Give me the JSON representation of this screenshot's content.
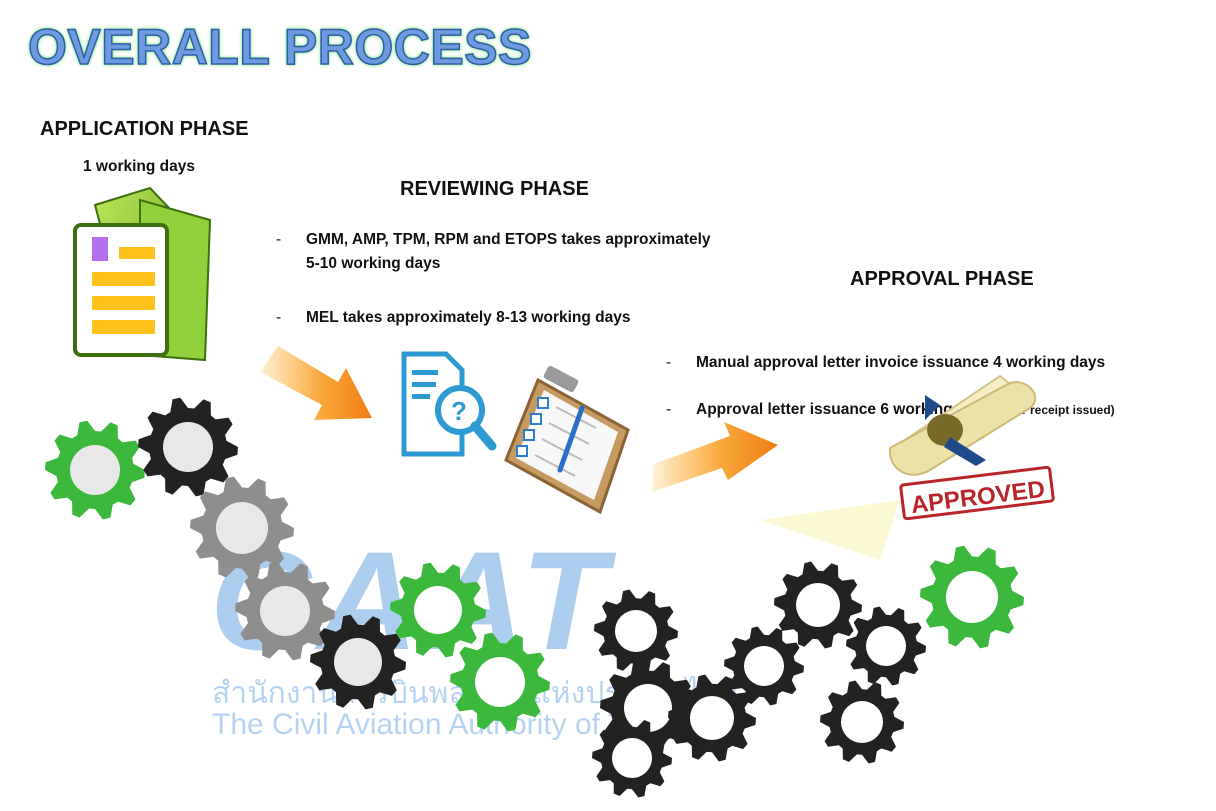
{
  "title": "OVERALL PROCESS",
  "application": {
    "heading": "APPLICATION PHASE",
    "duration": "1 working days"
  },
  "reviewing": {
    "heading": "REVIEWING PHASE",
    "items": [
      "GMM, AMP, TPM, RPM and ETOPS takes approximately",
      "5-10 working days",
      "MEL takes approximately 8-13 working days"
    ]
  },
  "approval": {
    "heading": "APPROVAL PHASE",
    "items": [
      "Manual approval letter invoice issuance 4 working days",
      "Approval letter issuance 6 working days",
      "(after receipt issued)"
    ],
    "stamp": "APPROVED"
  },
  "watermark": {
    "letters": "CAAT",
    "thai": "สำนักงานการบินพลเรือนแห่งประเทศไทย",
    "english": "The Civil Aviation Authority of Thailand"
  },
  "colors": {
    "gear_green": "#3cb93c",
    "gear_black": "#222222",
    "gear_gray": "#8e8e8e",
    "arrow_orange": "#f28a1e"
  }
}
